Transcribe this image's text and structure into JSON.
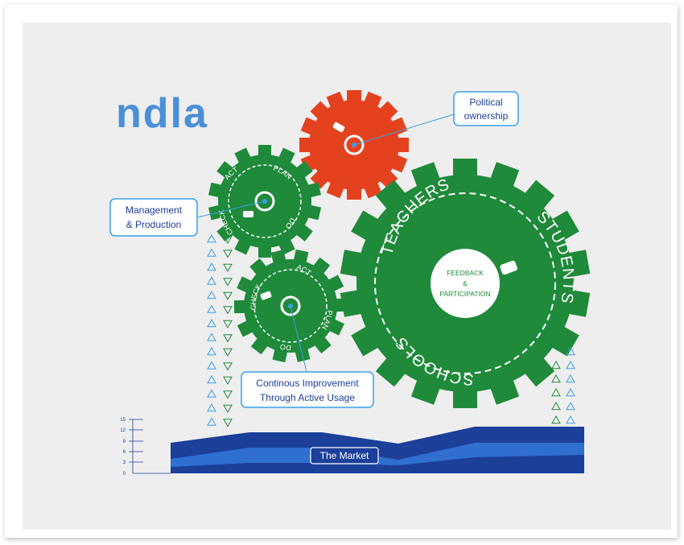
{
  "logo": {
    "text": "ndla"
  },
  "callouts": {
    "political": [
      "Political",
      "ownership"
    ],
    "management": [
      "Management",
      "& Production"
    ],
    "continuous": [
      "Continous Improvement",
      "Through Active Usage"
    ]
  },
  "gear_small_top": {
    "act": "ACT",
    "plan": "PLAN",
    "do": "DO",
    "check": "CHECK"
  },
  "gear_small_bottom": {
    "act": "ACT",
    "plan": "PLAN",
    "do": "DO",
    "check": "CHECK"
  },
  "gear_big": {
    "teachers": "TEACHERS",
    "students": "STUDENTS",
    "schools": "SCHOOLS",
    "center": [
      "FEEDBACK",
      "&",
      "PARTICIPATION"
    ]
  },
  "market": {
    "label": "The Market",
    "ticks": [
      "15",
      "12",
      "9",
      "6",
      "3",
      "0"
    ]
  },
  "colors": {
    "green": "#1f8a3a",
    "red": "#e4421f",
    "blue": "#1c3f9a",
    "mid_blue": "#2f6fd0",
    "light_blue": "#3aa0e6",
    "logo": "#4a8fd8"
  }
}
